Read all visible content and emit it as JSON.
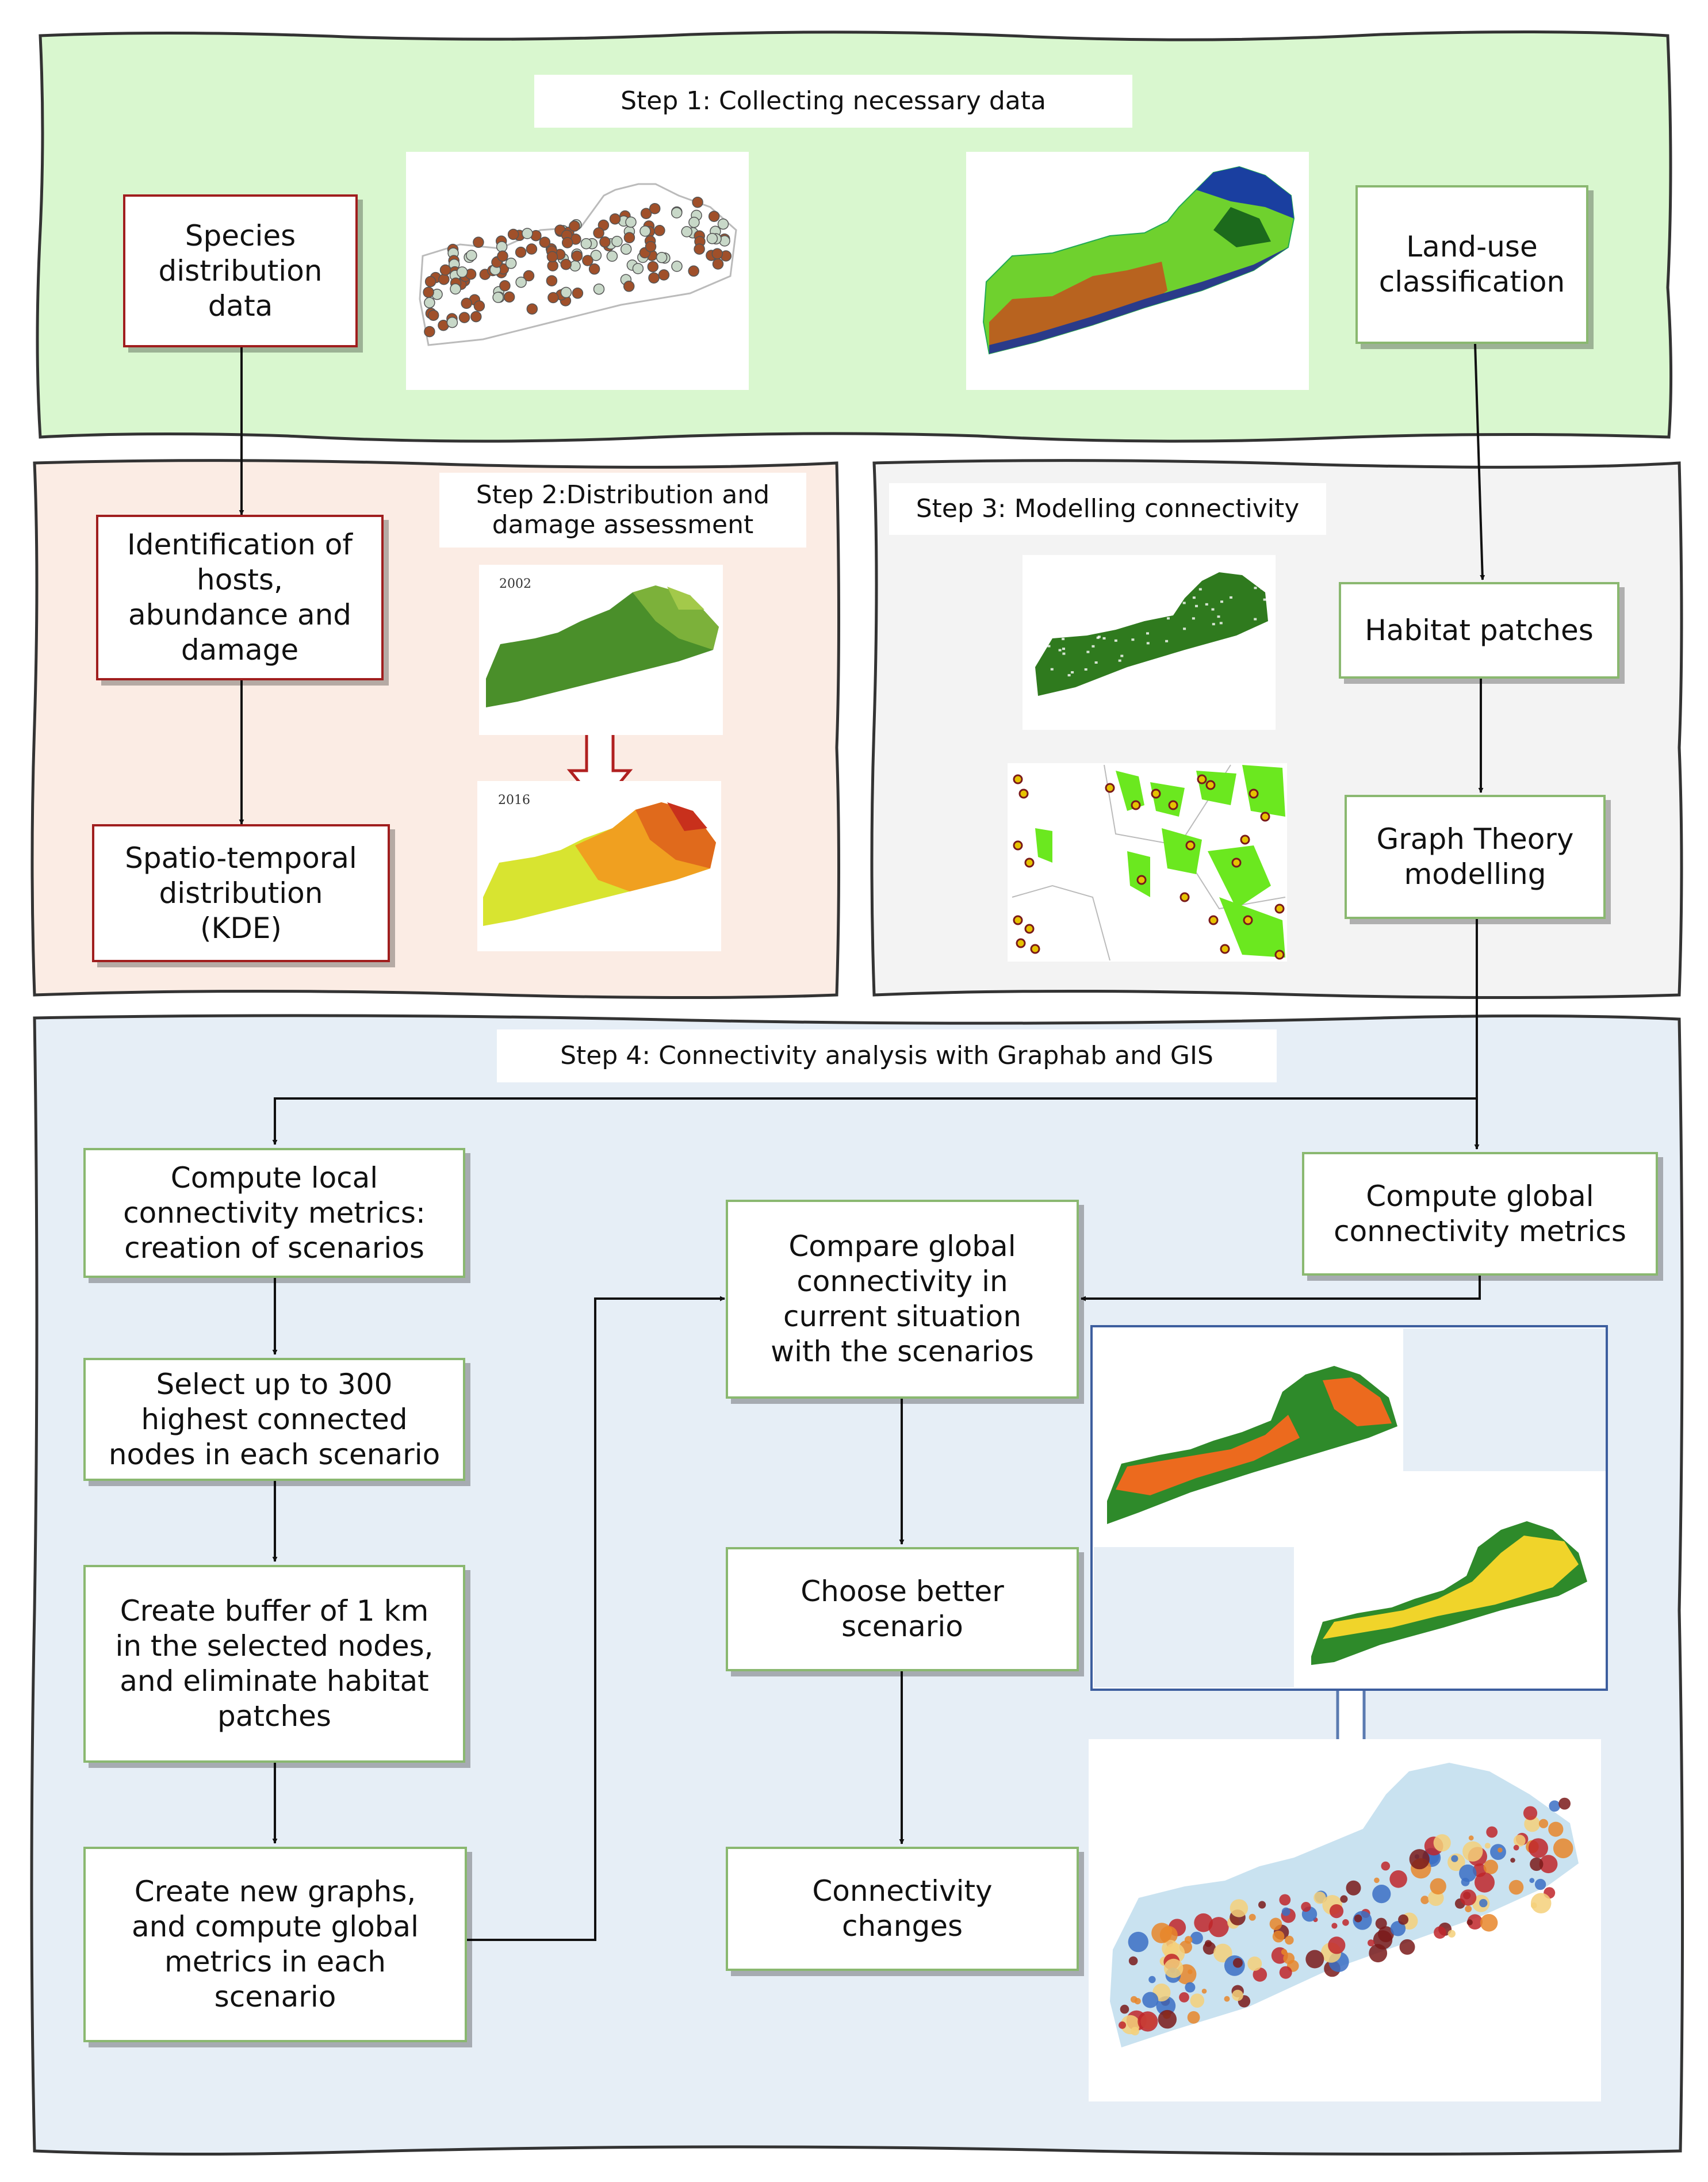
{
  "panels": {
    "step1": {
      "title": "Step 1: Collecting necessary data",
      "color": "#d9f7cf"
    },
    "step2": {
      "title": "Step 2:Distribution and\ndamage assessment",
      "color": "#fbece4"
    },
    "step3": {
      "title": "Step 3: Modelling connectivity",
      "color": "#f3f3f3"
    },
    "step4": {
      "title": "Step 4: Connectivity analysis with Graphab and GIS",
      "color": "#e6eef6"
    }
  },
  "boxes": {
    "species": "Species\ndistribution\ndata",
    "landuse": "Land-use\nclassification",
    "identification": "Identification of\nhosts,\nabundance and\ndamage",
    "spatiotemporal": "Spatio-temporal\ndistribution\n(KDE)",
    "habitat": "Habitat patches",
    "graph": "Graph Theory\nmodelling",
    "local": "Compute local\nconnectivity metrics:\ncreation of scenarios",
    "select": "Select up to 300\nhighest connected\nnodes in each scenario",
    "buffer": "Create buffer of 1 km\nin the selected nodes,\nand eliminate habitat\npatches",
    "newgraphs": "Create new graphs,\nand compute global\nmetrics in each\nscenario",
    "global": "Compute global\nconnectivity metrics",
    "compare": "Compare global\nconnectivity in\ncurrent situation\nwith the scenarios",
    "choose": "Choose better\nscenario",
    "changes": "Connectivity\nchanges"
  },
  "map_years": {
    "first": "2002",
    "second": "2016"
  },
  "colors": {
    "arrow": "#111111",
    "green_border": "#8ab870",
    "red_border": "#a01e1e",
    "hollow_arrow_red": "#b02020",
    "hollow_arrow_blue": "#5a7ab0",
    "scenario_frame": "#3d5e9e"
  },
  "icons": [
    "species-points-map",
    "land-use-map",
    "kde-map-2002",
    "kde-map-2016",
    "habitat-map",
    "graph-network-map",
    "scenario-map-orange",
    "scenario-map-yellow",
    "connectivity-change-map"
  ]
}
